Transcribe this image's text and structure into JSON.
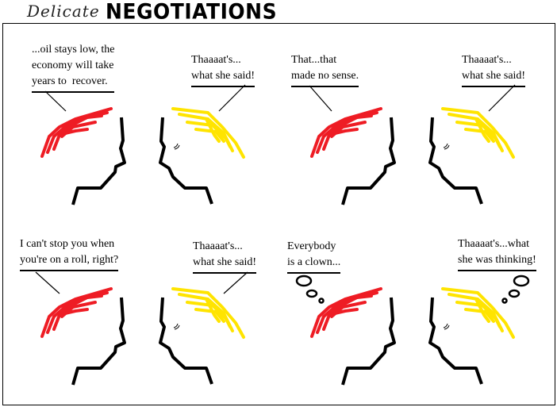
{
  "title": {
    "script": "Delicate",
    "main": "NEGOTIATIONS"
  },
  "colors": {
    "red_character": "#ee1c24",
    "yellow_character": "#ffe400",
    "outline": "#000000"
  },
  "panels": [
    {
      "speaker": "red",
      "text": "...oil stays low, the\neconomy will take\nyears to  recover."
    },
    {
      "speaker": "yellow",
      "text": "Thaaaat's...\nwhat she said!"
    },
    {
      "speaker": "red",
      "text": "That...that\nmade no sense."
    },
    {
      "speaker": "yellow",
      "text": "Thaaaat's...\nwhat she said!"
    },
    {
      "speaker": "red",
      "text": "I can't stop you when\nyou're on a roll, right?"
    },
    {
      "speaker": "yellow",
      "text": "Thaaaat's...\nwhat she said!"
    },
    {
      "speaker": "red",
      "text": "Everybody\nis a clown...",
      "thought": true
    },
    {
      "speaker": "yellow",
      "text": "Thaaaat's...what\nshe was thinking!",
      "thought": true
    }
  ]
}
